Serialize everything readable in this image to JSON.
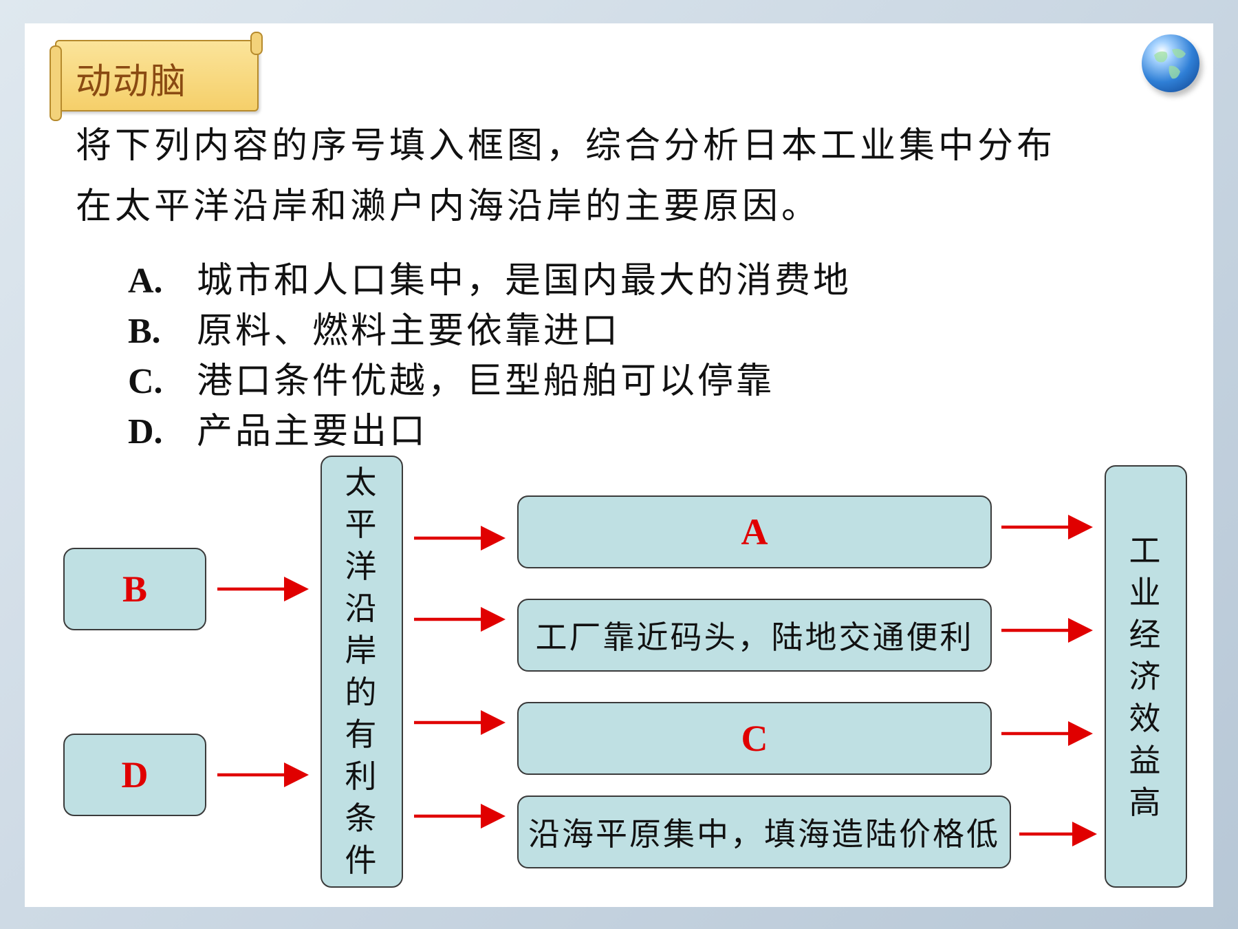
{
  "header": {
    "label": "动动脑"
  },
  "prompt": {
    "line1": "将下列内容的序号填入框图，综合分析日本工业集中分布",
    "line2": "在太平洋沿岸和濑户内海沿岸的主要原因。"
  },
  "options": [
    {
      "letter": "A.",
      "text": "城市和人口集中，是国内最大的消费地"
    },
    {
      "letter": "B.",
      "text": "原料、燃料主要依靠进口"
    },
    {
      "letter": "C.",
      "text": "港口条件优越，巨型船舶可以停靠"
    },
    {
      "letter": "D.",
      "text": "产品主要出口"
    }
  ],
  "diagram": {
    "left_boxes": [
      "B",
      "D"
    ],
    "center_column": "太平洋沿岸的有利条件",
    "middle_boxes": [
      {
        "text": "A",
        "is_answer_letter": true
      },
      {
        "text": "工厂靠近码头，陆地交通便利",
        "is_answer_letter": false
      },
      {
        "text": "C",
        "is_answer_letter": true
      },
      {
        "text": "沿海平原集中，填海造陆价格低",
        "is_answer_letter": false
      }
    ],
    "right_column": "工业经济效益高",
    "arrow_color": "#e00000",
    "box_fill": "#bfe0e3",
    "letter_color": "#e00000"
  }
}
